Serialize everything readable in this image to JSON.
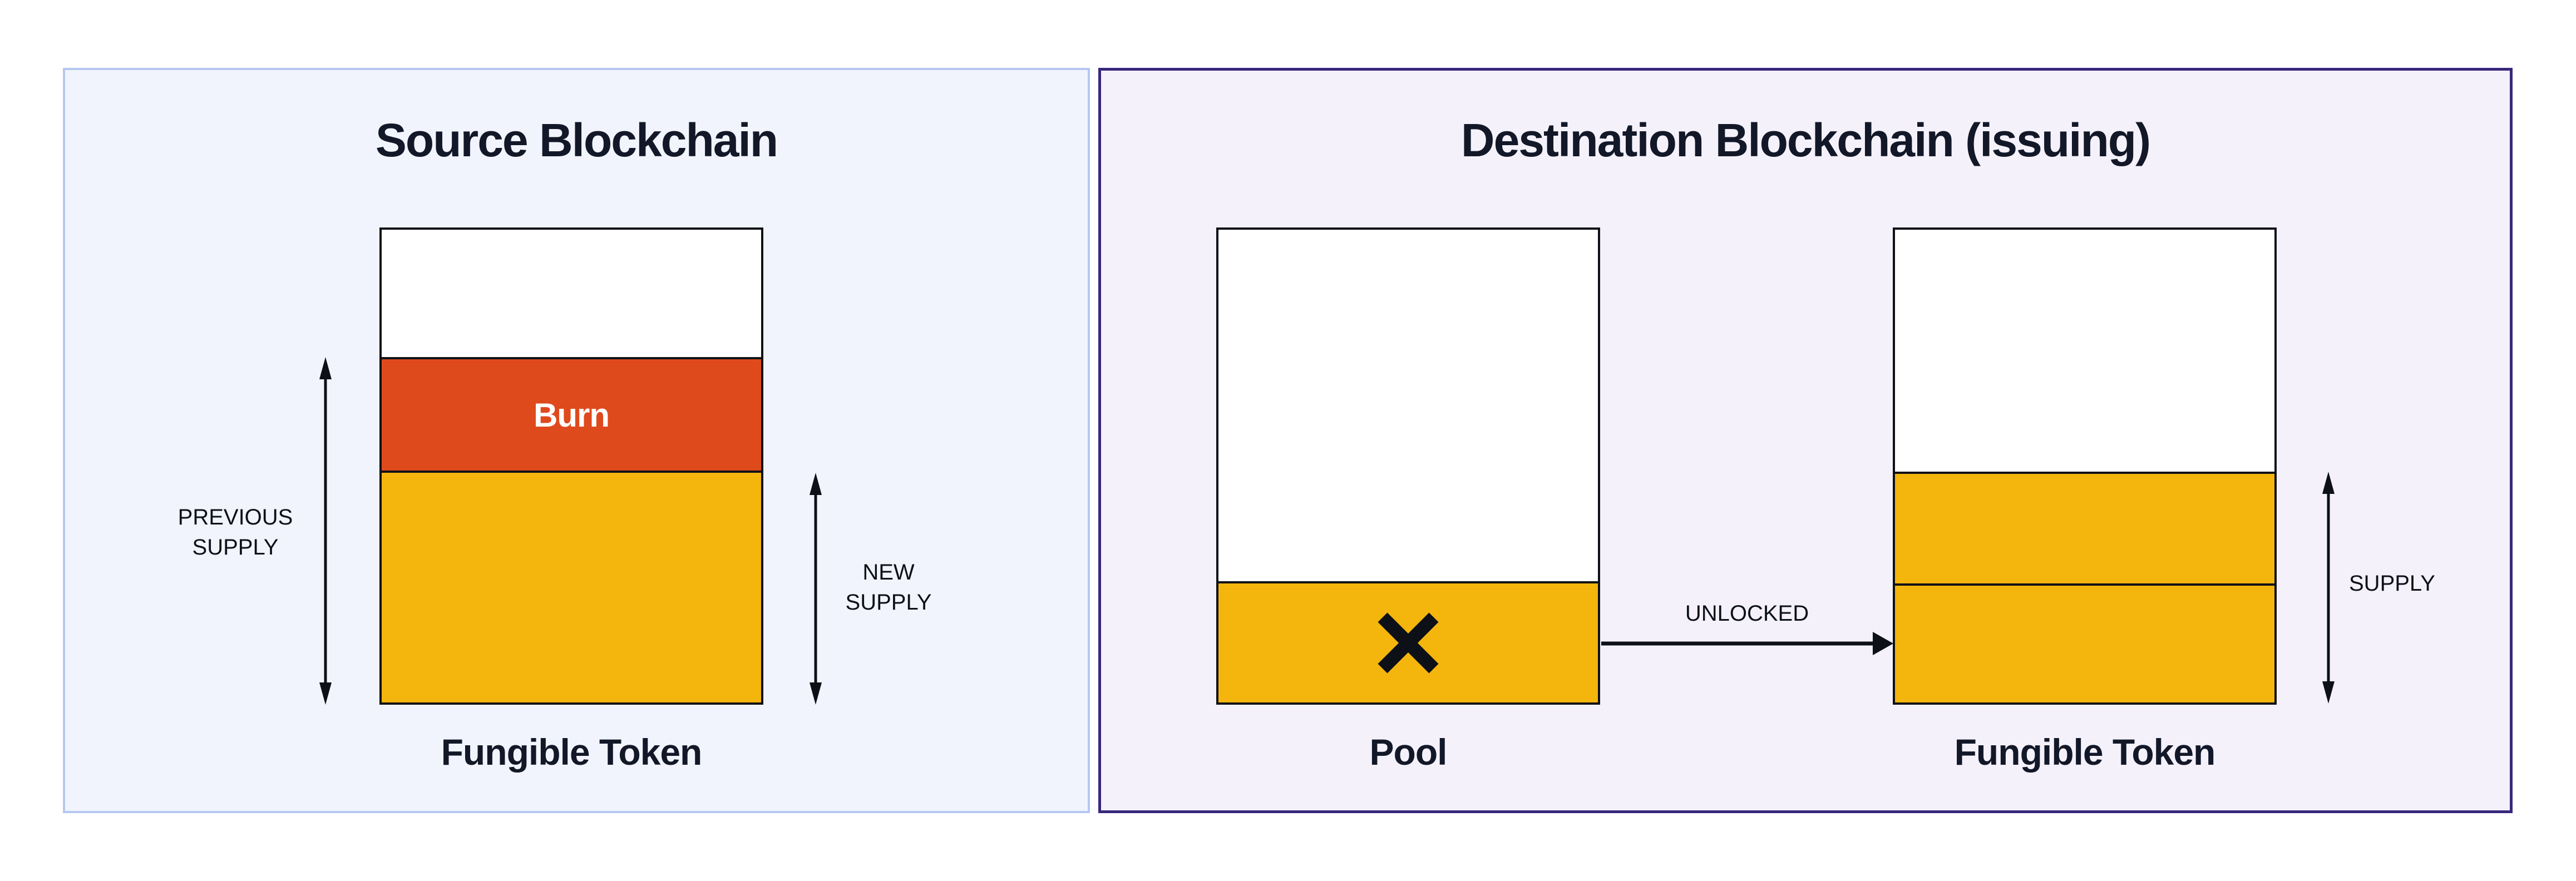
{
  "colors": {
    "page-bg": "#ffffff",
    "ink": "#0d1117",
    "text": "#121828",
    "source-panel-bg": "#f1f4fc",
    "source-panel-border": "#b6c8f0",
    "destination-panel-bg": "#f4f1fb",
    "destination-panel-border": "#39277d",
    "bar-bg": "#ffffff",
    "token-yellow": "#f4b50d",
    "burn-orange": "#df4a1d",
    "burn-text": "#ffffff"
  },
  "source_panel": {
    "title": "Source Blockchain",
    "token_bar": {
      "caption": "Fungible Token",
      "burn_segment_label": "Burn",
      "segments": [
        {
          "name": "empty",
          "fraction": 0.27
        },
        {
          "name": "burn",
          "fraction": 0.24
        },
        {
          "name": "remaining-supply",
          "fraction": 0.49
        }
      ]
    },
    "previous_supply_annotation": "PREVIOUS SUPPLY",
    "new_supply_annotation": "NEW SUPPLY"
  },
  "destination_panel": {
    "title": "Destination Blockchain (issuing)",
    "pool_bar": {
      "caption": "Pool",
      "segments": [
        {
          "name": "empty",
          "fraction": 0.74
        },
        {
          "name": "released-tokens",
          "fraction": 0.26
        }
      ]
    },
    "token_bar": {
      "caption": "Fungible Token",
      "segments": [
        {
          "name": "empty",
          "fraction": 0.51
        },
        {
          "name": "newly-unlocked",
          "fraction": 0.24
        },
        {
          "name": "existing-supply",
          "fraction": 0.25
        }
      ]
    },
    "unlocked_annotation": "UNLOCKED",
    "supply_annotation": "SUPPLY"
  }
}
